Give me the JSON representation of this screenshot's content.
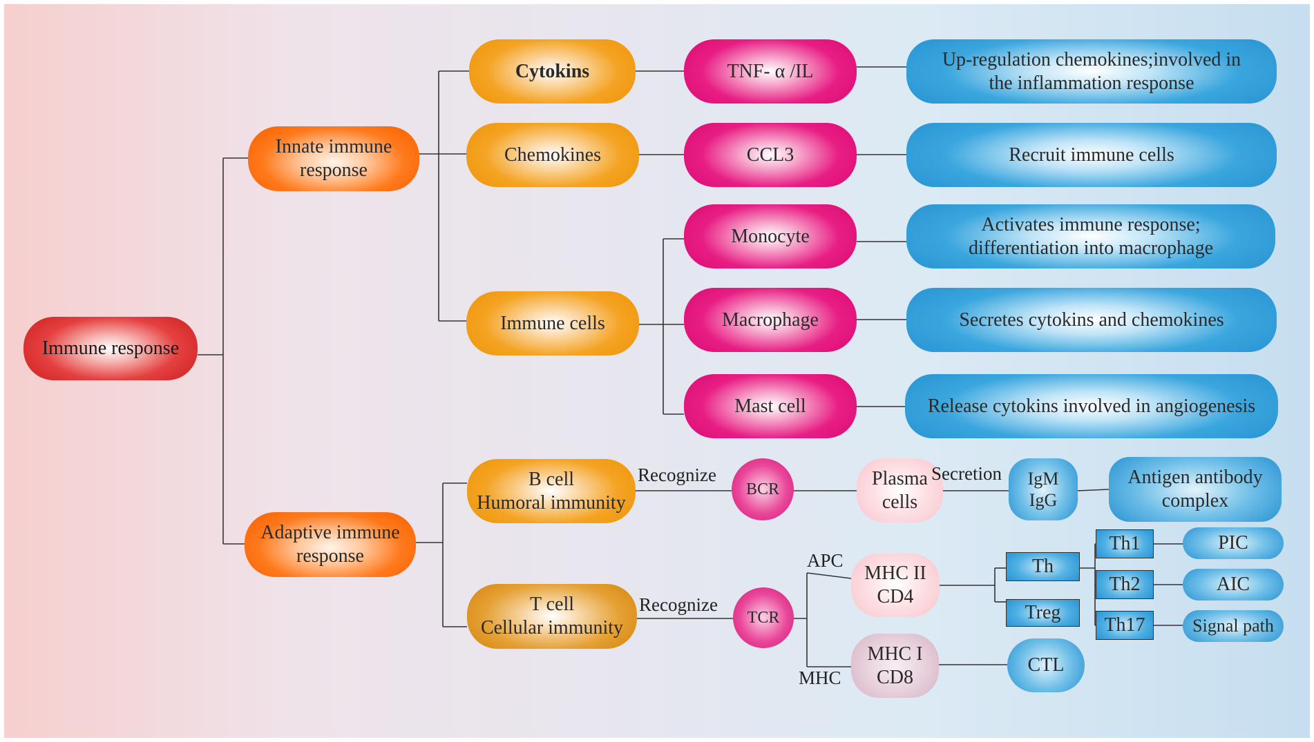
{
  "root": {
    "label": "Immune response"
  },
  "innate": {
    "label": "Innate immune\nresponse",
    "cytokins": {
      "label": "Cytokins",
      "mediator": "TNF- α /IL",
      "function": "Up-regulation chemokines;involved in\nthe inflammation response"
    },
    "chemokines": {
      "label": "Chemokines",
      "mediator": "CCL3",
      "function": "Recruit immune cells"
    },
    "immune_cells": {
      "label": "Immune cells",
      "monocyte": {
        "label": "Monocyte",
        "function": "Activates immune response;\ndifferentiation into macrophage"
      },
      "macrophage": {
        "label": "Macrophage",
        "function": "Secretes cytokins and chemokines"
      },
      "mast_cell": {
        "label": "Mast cell",
        "function": "Release cytokins involved in angiogenesis"
      }
    }
  },
  "adaptive": {
    "label": "Adaptive immune\nresponse",
    "b_cell": {
      "label": "B cell\nHumoral immunity",
      "recognize": "Recognize",
      "receptor": "BCR",
      "plasma": "Plasma\ncells",
      "secretion": "Secretion",
      "antibodies": "IgM\nIgG",
      "complex": "Antigen antibody\ncomplex"
    },
    "t_cell": {
      "label": "T cell\nCellular immunity",
      "recognize": "Recognize",
      "receptor": "TCR",
      "apc": "APC",
      "mhc": "MHC",
      "mhc2": "MHC II\nCD4",
      "mhc1": "MHC I\nCD8",
      "th": "Th",
      "treg": "Treg",
      "th1": "Th1",
      "th2": "Th2",
      "th17": "Th17",
      "pic": "PIC",
      "aic": "AIC",
      "signal": "Signal path",
      "ctl": "CTL"
    }
  }
}
